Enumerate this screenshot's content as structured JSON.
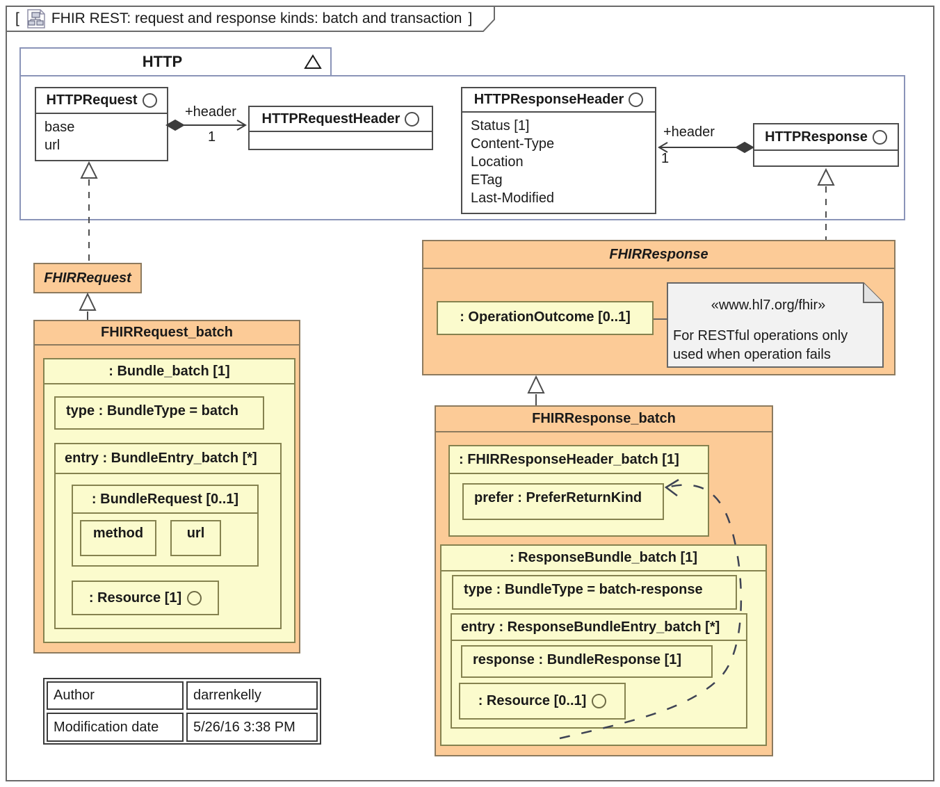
{
  "colors": {
    "orange_fill": "#FCCB97",
    "yellow_fill": "#FBFBCD",
    "package_border": "#8A94B8",
    "class_border": "#4D4D4D",
    "note_fill": "#F2F2F2",
    "line_color": "#3C3C3C"
  },
  "diagram_title": {
    "open_bracket": "[",
    "text": "FHIR REST: request and response kinds: batch and transaction",
    "close_bracket": "]"
  },
  "http_package": {
    "name": "HTTP",
    "http_request": {
      "title": "HTTPRequest",
      "attributes": [
        "base",
        "url"
      ]
    },
    "http_request_header": {
      "title": "HTTPRequestHeader"
    },
    "http_response_header": {
      "title": "HTTPResponseHeader",
      "attributes": [
        "Status [1]",
        "Content-Type",
        "Location",
        "ETag",
        "Last-Modified"
      ]
    },
    "http_response": {
      "title": "HTTPResponse"
    },
    "request_header_assoc": {
      "role": "+header",
      "multiplicity": "1"
    },
    "response_header_assoc": {
      "role": "+header",
      "multiplicity": "1"
    }
  },
  "fhir_request": {
    "title": "FHIRRequest"
  },
  "fhir_request_batch": {
    "title": "FHIRRequest_batch",
    "bundle": {
      "label": ": Bundle_batch [1]",
      "type": {
        "label": "type : BundleType = batch"
      },
      "entry": {
        "label": "entry : BundleEntry_batch [*]",
        "bundle_request": {
          "label": ": BundleRequest [0..1]",
          "method": "method",
          "url": "url"
        },
        "resource": {
          "label": ": Resource [1]"
        }
      }
    }
  },
  "fhir_response": {
    "title": "FHIRResponse",
    "operation_outcome": {
      "label": ": OperationOutcome [0..1]"
    },
    "note": {
      "stereotype": "«www.hl7.org/fhir»",
      "line1": "For RESTful operations only",
      "line2": "used when operation fails"
    }
  },
  "fhir_response_batch": {
    "title": "FHIRResponse_batch",
    "response_header": {
      "label": ": FHIRResponseHeader_batch [1]",
      "prefer": {
        "label": "prefer : PreferReturnKind"
      }
    },
    "response_bundle": {
      "label": ": ResponseBundle_batch [1]",
      "type": {
        "label": "type : BundleType = batch-response"
      },
      "entry": {
        "label": "entry : ResponseBundleEntry_batch [*]",
        "response": {
          "label": "response : BundleResponse [1]"
        },
        "resource": {
          "label": ": Resource [0..1]"
        }
      }
    }
  },
  "info_table": {
    "rows": [
      {
        "key": "Author",
        "value": "darrenkelly"
      },
      {
        "key": "Modification date",
        "value": "5/26/16 3:38 PM"
      }
    ]
  }
}
